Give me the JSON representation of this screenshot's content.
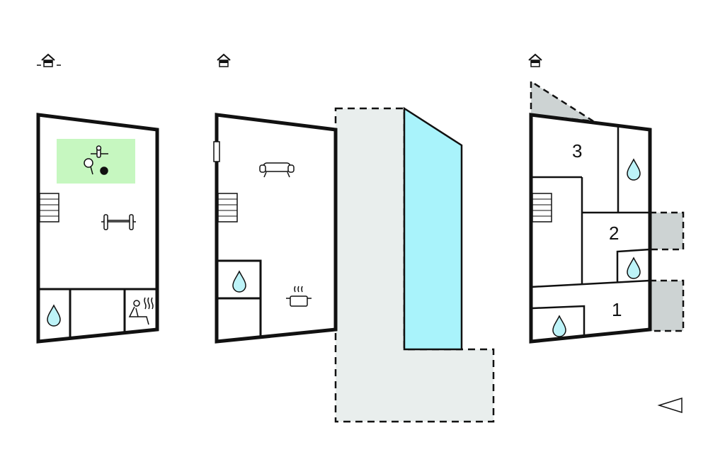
{
  "floors": [
    {
      "name": "floor-1",
      "icons": [
        "house-entrance-icon",
        "games-icon",
        "gym-icon",
        "bathroom-drop-icon",
        "sauna-icon",
        "stairs-icon"
      ]
    },
    {
      "name": "floor-2",
      "icons": [
        "house-entrance-icon",
        "sofa-icon",
        "stairs-icon",
        "bathroom-drop-icon",
        "kitchen-pot-icon",
        "door-icon"
      ]
    },
    {
      "name": "floor-3",
      "rooms": [
        "3",
        "2",
        "1"
      ],
      "icons": [
        "house-entrance-icon",
        "stairs-icon",
        "bathroom-drop-icon"
      ]
    }
  ],
  "colors": {
    "wall": "#111111",
    "games_area": "#c6f7c0",
    "pool": "#a9f3fb",
    "terrace": "#e9eeed",
    "balcony": "#cdd3d3",
    "water": "#bdf3f8"
  }
}
